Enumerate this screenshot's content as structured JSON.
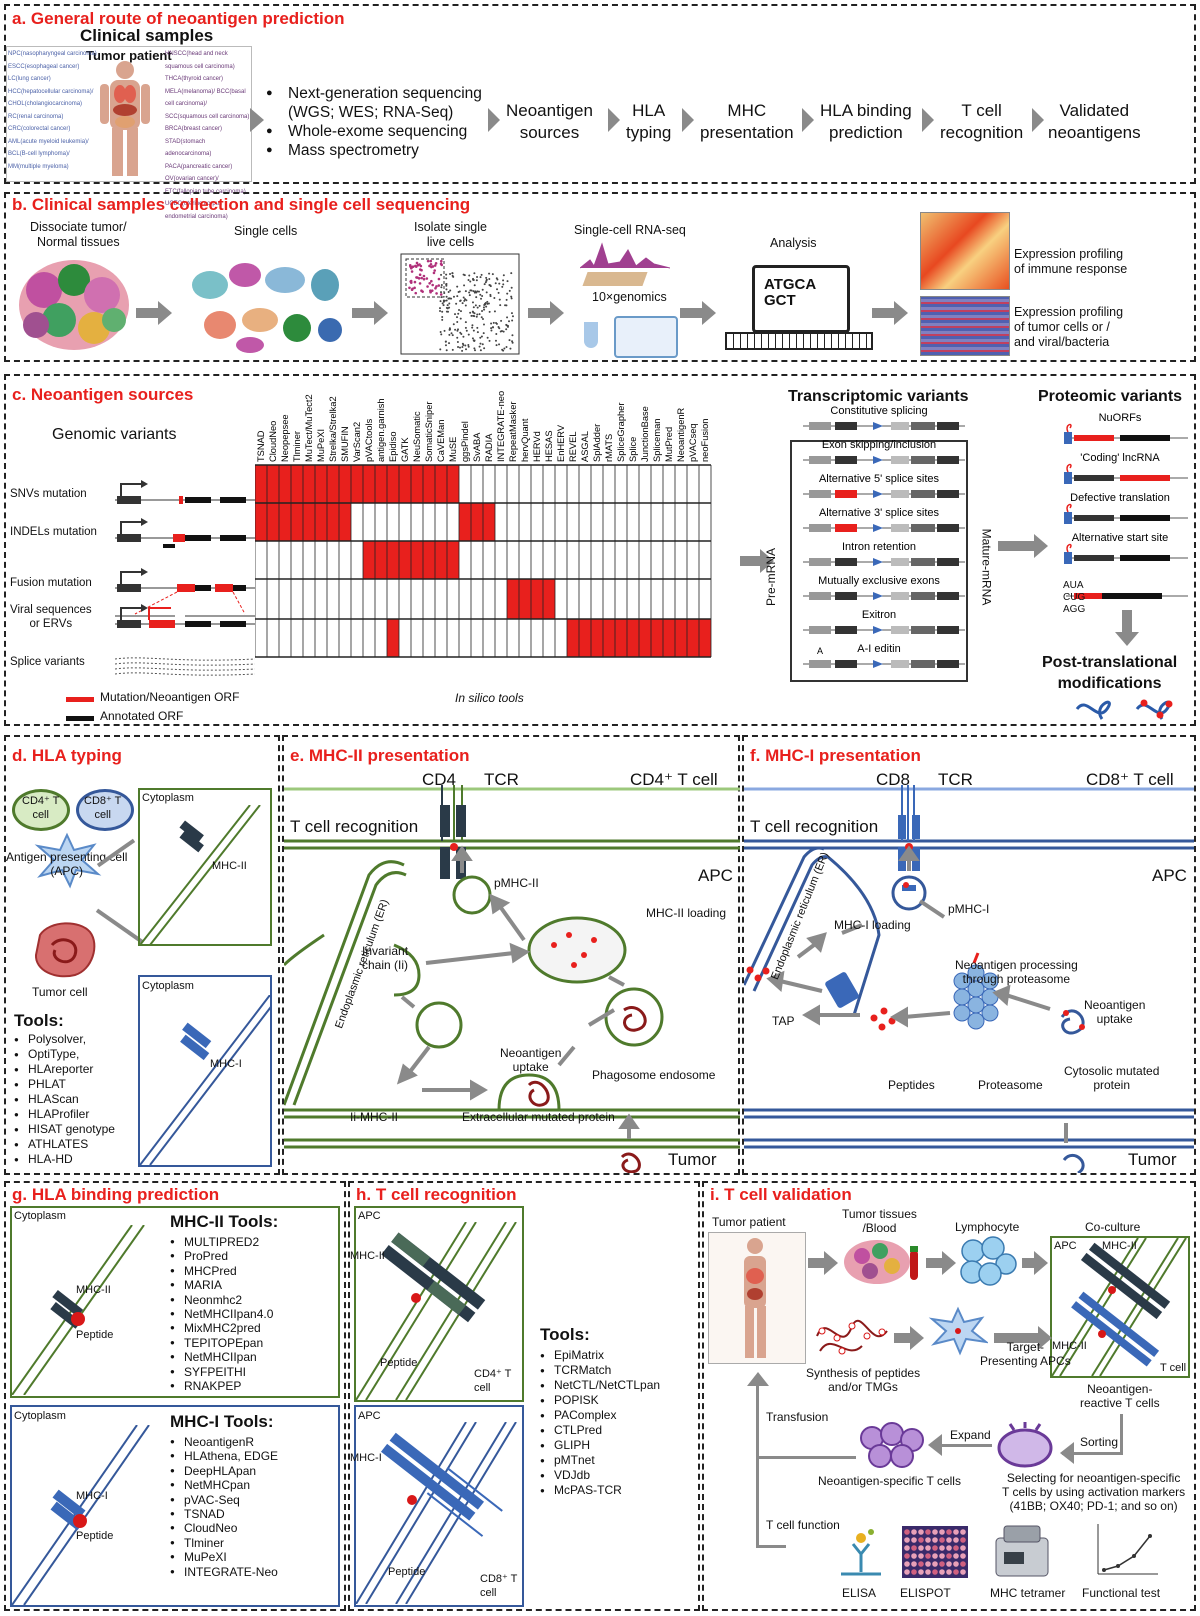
{
  "panel_a": {
    "title": "a. General route of neoantigen prediction",
    "clinical_samples": "Clinical samples",
    "tumor_patient": "Tumor patient",
    "cancers_left": [
      "NPC(nasopharyngeal carcinoma)",
      "ESCC(esophageal cancer)",
      "LC(lung cancer)",
      "HCC(hepatocellular carcinoma)/ CHOL(cholangiocarcinoma)",
      "RC(renal carcinoma)",
      "CRC(colorectal cancer)",
      "AML(acute myeloid leukemia)/ BCL(B-cell lymphoma)/ MM(multiple myeloma)"
    ],
    "cancers_right": [
      "HNSCC(head and neck squamous cell carcinoma)",
      "THCA(thyroid cancer)",
      "MELA(melanoma)/ BCC(basal cell carcinoma)/ SCC(squamous cell carcinoma)",
      "BRCA(breast cancer)",
      "STAD(stomach adenocarcinoma)",
      "PACA(pancreatic cancer)",
      "OV(ovarian cancer)/ FTC(fallopian tube carcinoma)",
      "UCEC(uterine corpus endometrial carcinoma)"
    ],
    "methods": [
      "Next-generation sequencing",
      "(WGS; WES; RNA-Seq)",
      "Whole-exome sequencing",
      "Mass spectrometry"
    ],
    "steps": [
      [
        "Neoantigen",
        "sources"
      ],
      [
        "HLA",
        "typing"
      ],
      [
        "MHC",
        "presentation"
      ],
      [
        "HLA binding",
        "prediction"
      ],
      [
        "T cell",
        "recognition"
      ],
      [
        "Validated",
        "neoantigens"
      ]
    ]
  },
  "panel_b": {
    "title": "b. Clinical samples collection and single cell sequencing",
    "step1": [
      "Dissociate tumor/",
      "Normal tissues"
    ],
    "step2": "Single cells",
    "step3": [
      "Isolate single",
      "live cells"
    ],
    "step4": "Single-cell  RNA-seq",
    "step4b": "10×genomics",
    "step5": "Analysis",
    "dna_text": [
      "ATGCA",
      "GCT"
    ],
    "profile1": [
      "Expression profiling",
      "of immune response"
    ],
    "profile2": [
      "Expression profiling",
      "of tumor cells or /",
      "and viral/bacteria"
    ]
  },
  "panel_c": {
    "title": "c. Neoantigen sources",
    "genomic_title": "Genomic variants",
    "rows": [
      "SNVs mutation",
      "INDELs mutation",
      "Fusion mutation",
      "Viral sequences or ERVs",
      "Splice variants"
    ],
    "legend_red": "Mutation/Neoantigen ORF",
    "legend_black": "Annotated ORF",
    "tools_caption": "In silico tools",
    "tools": [
      "TSNAD",
      "CloudNeo",
      "Neopepsee",
      "Tlminer",
      "MuTect/MuTect2",
      "MuPeXI",
      "Strelka/Strelka2",
      "SMUFIN",
      "VarScan2",
      "pVACtools",
      "antigen.garnish",
      "Epidiso",
      "GATK",
      "NeuSomatic",
      "SomaticSniper",
      "CaVEMan",
      "MuSE",
      "ggsPindel",
      "SvABA",
      "RADIA",
      "INTEGRATE-neo",
      "RepeatMasker",
      "hervQuant",
      "HERVd",
      "HESAS",
      "EnHERV",
      "REVEL",
      "ASGAL",
      "SplAdder",
      "rMATS",
      "SpliceGrapher",
      "Splice",
      "JunctionBase",
      "Spliceman",
      "MutPred",
      "NeoantigenR",
      "pVACseq",
      "neoFusion"
    ],
    "matrix": [
      [
        0,
        17
      ],
      [
        0,
        8,
        17,
        20
      ],
      [
        9,
        17
      ],
      [
        21,
        25
      ],
      [
        11,
        12,
        26,
        38
      ]
    ],
    "transcriptomic_title": "Transcriptomic variants",
    "pre_mrna": "Pre-mRNA",
    "mature_mrna": "Mature-mRNA",
    "transcript_items": [
      "Constitutive splicing",
      "Exon skipping/inclusion",
      "Alternative 5' splice sites",
      "Alternative 3' splice sites",
      "Intron retention",
      "Mutually exclusive exons",
      "Exitron",
      "A-I editin"
    ],
    "a_label": "A",
    "proteomic_title": "Proteomic variants",
    "proteomic_items": [
      "NuORFs",
      "'Coding' lncRNA",
      "Defective translation",
      "Alternative start site"
    ],
    "codons": [
      "AUA",
      "CUG",
      "AGG"
    ],
    "ptm": [
      "Post-translational",
      "modifications"
    ]
  },
  "panel_d": {
    "title": "d. HLA typing",
    "cd4": [
      "CD4⁺ T",
      "cell"
    ],
    "cd8": [
      "CD8⁺ T",
      "cell"
    ],
    "apc": [
      "Antigen presenting cell",
      "(APC)"
    ],
    "tumor": "Tumor cell",
    "cytoplasm": "Cytoplasm",
    "mhc2": "MHC-II",
    "mhc1": "MHC-I",
    "tools_title": "Tools:",
    "tools": [
      "Polysolver,",
      "OptiType,",
      "HLAreporter",
      "PHLAT",
      "HLAScan",
      "HLAProfiler",
      "HISAT genotype",
      "ATHLATES",
      "HLA-HD"
    ]
  },
  "panel_e": {
    "title": "e. MHC-II presentation",
    "cd4": "CD4",
    "tcr": "TCR",
    "cd4t": "CD4⁺ T cell",
    "recog": "T cell recognition",
    "apc": "APC",
    "er": "Endoplasmic reticulum (ER)",
    "pmhc2": "pMHC-II",
    "loading": "MHC-II loading",
    "invariant": [
      "Invariant",
      "chain (Ii)"
    ],
    "uptake": [
      "Neoantigen",
      "uptake"
    ],
    "phago": "Phagosome endosome",
    "iimhc": "Ii-MHC-II",
    "extra": "Extracellular mutated protein",
    "tumor": "Tumor"
  },
  "panel_f": {
    "title": "f. MHC-I presentation",
    "cd8": "CD8",
    "tcr": "TCR",
    "cd8t": "CD8⁺ T cell",
    "recog": "T cell recognition",
    "apc": "APC",
    "er": "Endoplasmic reticulum (ER)",
    "loading": "MHC-I loading",
    "pmhc1": "pMHC-I",
    "processing": [
      "Neoantigen processing",
      "through proteasome"
    ],
    "uptake": [
      "Neoantigen",
      "uptake"
    ],
    "tap": "TAP",
    "peptides": "Peptides",
    "proteasome": "Proteasome",
    "cytosolic": [
      "Cytosolic mutated",
      "protein"
    ],
    "tumor": "Tumor"
  },
  "panel_g": {
    "title": "g. HLA binding prediction",
    "cytoplasm": "Cytoplasm",
    "mhc2": "MHC-II",
    "mhc1": "MHC-I",
    "peptide": "Peptide",
    "mhc2_title": "MHC-II Tools:",
    "mhc2_tools": [
      "MULTIPRED2",
      "ProPred",
      "MHCPred",
      "MARIA",
      "Neonmhc2",
      "NetMHCIIpan4.0",
      "MixMHC2pred",
      "TEPITOPEpan",
      "NetMHCIIpan",
      "SYFPEITHI",
      "RNAKPEP"
    ],
    "mhc1_title": "MHC-I Tools:",
    "mhc1_tools": [
      "NeoantigenR",
      "HLAthena, EDGE",
      "DeepHLApan",
      "NetMHCpan",
      "pVAC-Seq",
      "TSNAD",
      "CloudNeo",
      "Tlminer",
      "MuPeXI",
      "INTEGRATE-Neo"
    ]
  },
  "panel_h": {
    "title": "h. T cell recognition",
    "apc": "APC",
    "mhc2": "MHC-II",
    "mhc1": "MHC-I",
    "peptide": "Peptide",
    "cd4": [
      "CD4⁺ T",
      "cell"
    ],
    "cd8": [
      "CD8⁺ T",
      "cell"
    ],
    "tools_title": "Tools:",
    "tools": [
      "EpiMatrix",
      "TCRMatch",
      "NetCTL/NetCTLpan",
      "POPISK",
      "PAComplex",
      "CTLPred",
      "GLIPH",
      "pMTnet",
      "VDJdb",
      "McPAS-TCR"
    ]
  },
  "panel_i": {
    "title": "i. T cell validation",
    "patient": "Tumor patient",
    "tissues": [
      "Tumor tissues",
      "/Blood"
    ],
    "lympho": "Lymphocyte",
    "coculture": "Co-culture",
    "apc": "APC",
    "mhc2": "MHC-II",
    "tcell": "T cell",
    "synthesis": [
      "Synthesis of peptides",
      "and/or TMGs"
    ],
    "target": [
      "Target-",
      "Presenting APCs"
    ],
    "reactive": [
      "Neoantigen-",
      "reactive T cells"
    ],
    "transfusion": "Transfusion",
    "expand": "Expand",
    "sorting": "Sorting",
    "specific": "Neoantigen-specific T cells",
    "selecting": [
      "Selecting for neoantigen-specific",
      "T cells by using activation markers",
      "(41BB; OX40; PD-1; and so on)"
    ],
    "tfunc": "T cell function",
    "assays": [
      "ELISA",
      "ELISPOT",
      "MHC tetramer",
      "Functional test"
    ]
  }
}
